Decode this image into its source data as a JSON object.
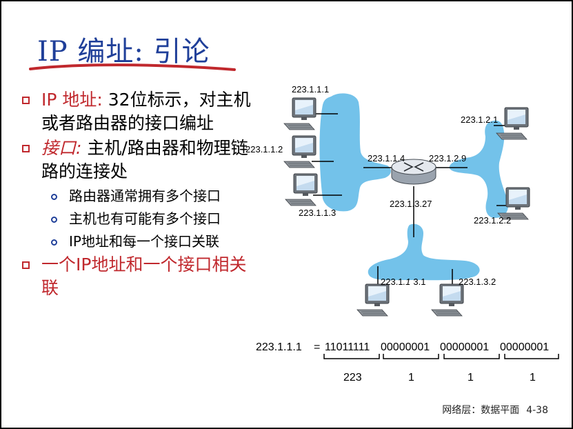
{
  "title": {
    "text": "IP 编址: 引论"
  },
  "bullets": [
    {
      "label": "IP 地址:",
      "text": " 32位标示，对主机或者路由器的接口编址"
    },
    {
      "label": "接口:",
      "text": " 主机/路由器和物理链路的连接处"
    },
    {
      "sub": [
        "路由器通常拥有多个接口",
        "主机也有可能有多个接口",
        "IP地址和每一个接口关联"
      ]
    },
    {
      "label": "一个IP地址和一个接口相关联",
      "text": ""
    }
  ],
  "diagram": {
    "hosts": {
      "left_top": "223.1.1.1",
      "left_mid": "223.1.1.2",
      "left_bottom": "223.1.1.3",
      "right_top": "223.1.2.1",
      "right_bottom": "223.1.2.2",
      "bottom_left_a": "223.1",
      "bottom_left_b": ".1",
      "bottom_left_c": "3.1",
      "bottom_right": "223.1.3.2"
    },
    "router": {
      "left": "223.1.1.4",
      "right": "223.1.2.9",
      "bottom": "223.1.3.27"
    }
  },
  "binary": {
    "dotted": "223.1.1.1",
    "equals": "=",
    "octets": [
      "11011111",
      "00000001",
      "00000001",
      "00000001"
    ],
    "decimals": [
      "223",
      "1",
      "1",
      "1"
    ]
  },
  "footer": {
    "section": "网络层：数据平面",
    "page": "4-38"
  },
  "colors": {
    "title": "#1f3f99",
    "accent_red": "#c0282d",
    "subnet_blue": "#73c2ea",
    "text": "#000000"
  }
}
